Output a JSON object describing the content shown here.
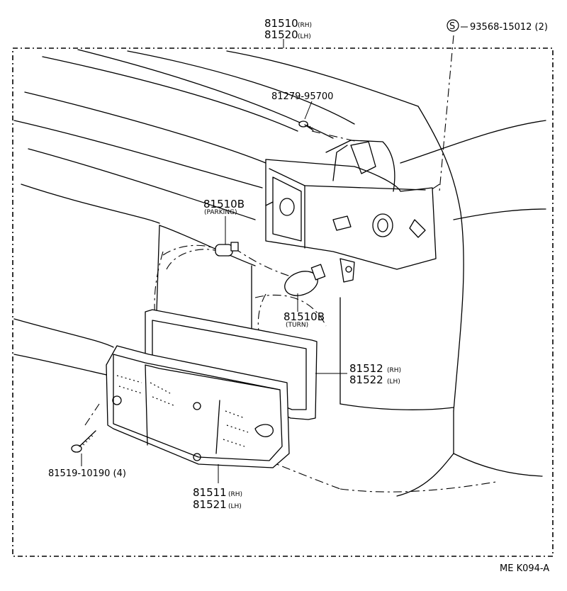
{
  "diagram": {
    "labels": {
      "assembly_num_rh": "81510",
      "assembly_side_rh": "(RH)",
      "assembly_num_lh": "81520",
      "assembly_side_lh": "(LH)",
      "circle_s": "S",
      "clip_part": "93568-15012 (2)",
      "screw_top": "81279-95700",
      "bulb_parking_num": "81510B",
      "bulb_parking_note": "(PARKING)",
      "bulb_turn_num": "81510B",
      "bulb_turn_note": "(TURN)",
      "gasket_num_rh": "81512",
      "gasket_side_rh": "(RH)",
      "gasket_num_lh": "81522",
      "gasket_side_lh": "(LH)",
      "screw_bottom": "81519-10190 (4)",
      "lens_num_rh": "81511",
      "lens_side_rh": "(RH)",
      "lens_num_lh": "81521",
      "lens_side_lh": "(LH)",
      "figure_code": "ME K094-A"
    }
  }
}
